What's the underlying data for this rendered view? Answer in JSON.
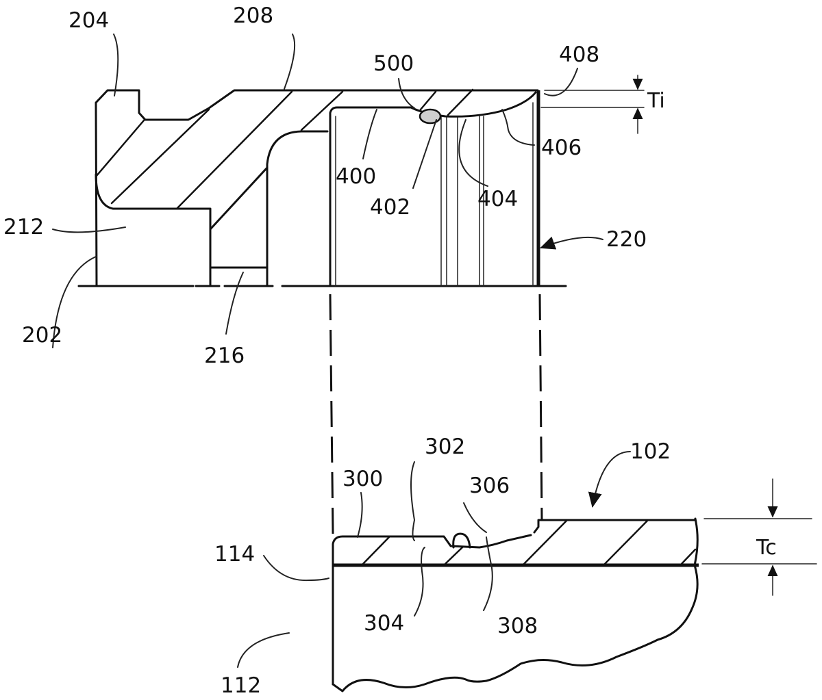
{
  "figure": {
    "type": "patent cross-section drawing",
    "upper_part": {
      "labels": {
        "l204": "204",
        "l208": "208",
        "l500": "500",
        "l408": "408",
        "lTi": "Ti",
        "l400": "400",
        "l406": "406",
        "l402": "402",
        "l404": "404",
        "l212": "212",
        "l220": "220",
        "l202": "202",
        "l216": "216"
      }
    },
    "lower_part": {
      "labels": {
        "l302": "302",
        "l102": "102",
        "l300": "300",
        "l306": "306",
        "lTc": "Tc",
        "l114": "114",
        "l304": "304",
        "l308": "308",
        "l112": "112"
      }
    }
  }
}
